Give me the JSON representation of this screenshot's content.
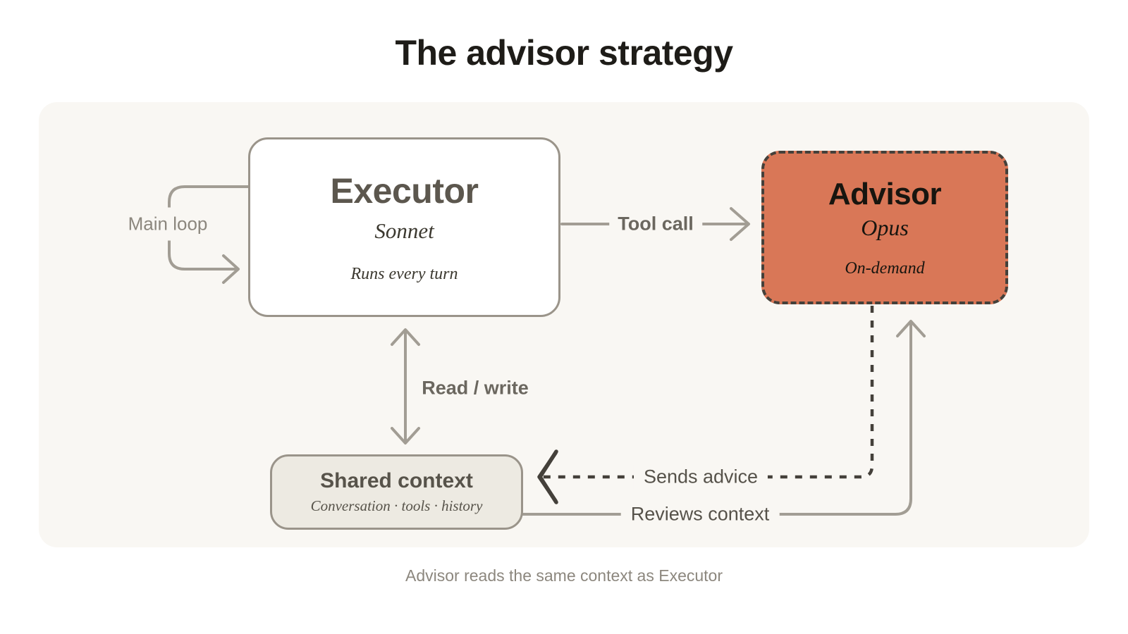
{
  "title": "The advisor strategy",
  "caption": "Advisor reads the same context as Executor",
  "nodes": {
    "executor": {
      "title": "Executor",
      "subtitle": "Sonnet",
      "note": "Runs every turn"
    },
    "advisor": {
      "title": "Advisor",
      "subtitle": "Opus",
      "note": "On-demand"
    },
    "shared_context": {
      "title": "Shared context",
      "subtitle": "Conversation · tools · history"
    }
  },
  "edges": {
    "main_loop": "Main loop",
    "tool_call": "Tool call",
    "read_write": "Read / write",
    "sends_advice": "Sends advice",
    "reviews_context": "Reviews context"
  },
  "colors": {
    "page_bg": "#FFFFFF",
    "panel_bg": "#F9F7F3",
    "advisor_fill": "#D97757",
    "shared_fill": "#EDEAE2",
    "box_border_gray": "#9A948A",
    "arrow_gray": "#A29D94",
    "dashed_arrow_dark": "#44403A",
    "muted_text": "#8C877E",
    "bold_label_text": "#6B675F",
    "plain_label_text": "#56524A",
    "executor_text": "#5C574E",
    "title_text": "#1E1C18"
  }
}
